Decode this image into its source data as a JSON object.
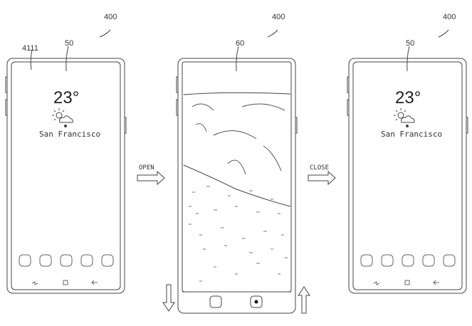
{
  "figure_refs": {
    "device_left": "400",
    "device_middle": "400",
    "device_right": "400",
    "edge": "4111",
    "screen_closed_left": "50",
    "screen_open": "60",
    "screen_closed_right": "50"
  },
  "weather": {
    "temperature": "23°",
    "city": "San Francisco",
    "icon": "partly-cloudy-icon"
  },
  "actions": {
    "open": "OPEN",
    "close": "CLOSE"
  },
  "dock_icons": [
    "phone-icon",
    "message-icon",
    "browser-icon",
    "play-icon",
    "camera-icon"
  ],
  "nav_icons": [
    "recents-icon",
    "home-icon",
    "back-icon"
  ],
  "camera_bar_icons": [
    "switch-camera-icon",
    "shutter-icon"
  ]
}
